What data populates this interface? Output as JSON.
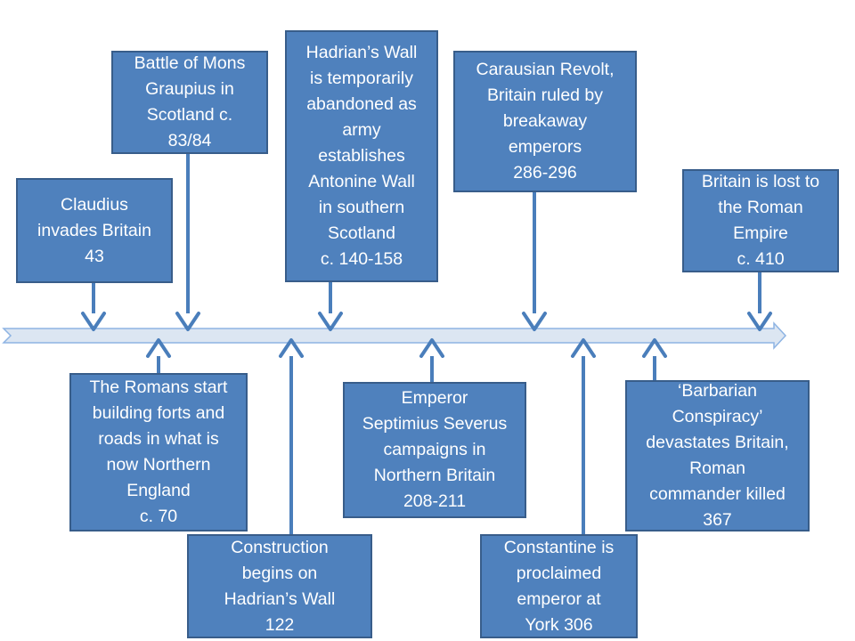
{
  "colors": {
    "box_fill": "#4f81bd",
    "box_border": "#385d8a",
    "arrow": "#4a7ebb",
    "timeline_fill": "#dce6f2",
    "timeline_border": "#8eb4e3",
    "text": "#ffffff"
  },
  "events": [
    {
      "id": "claudius",
      "lines": [
        "Claudius",
        "invades Britain",
        "43"
      ]
    },
    {
      "id": "mons-graupius",
      "lines": [
        "Battle of Mons",
        "Graupius in",
        "Scotland c.",
        "83/84"
      ]
    },
    {
      "id": "forts-roads",
      "lines": [
        "The Romans start",
        "building forts and",
        "roads in what is",
        "now Northern",
        "England",
        "c. 70"
      ]
    },
    {
      "id": "hadrians-wall-construction",
      "lines": [
        "Construction",
        "begins on",
        "Hadrian’s Wall",
        "122"
      ]
    },
    {
      "id": "antonine-wall",
      "lines": [
        "Hadrian’s Wall",
        "is temporarily",
        "abandoned as",
        "army",
        "establishes",
        "Antonine Wall",
        "in southern",
        "Scotland",
        "c. 140-158"
      ]
    },
    {
      "id": "severus",
      "lines": [
        "Emperor",
        "Septimius Severus",
        "campaigns in",
        "Northern Britain",
        "208-211"
      ]
    },
    {
      "id": "carausian-revolt",
      "lines": [
        "Carausian Revolt,",
        "Britain ruled by",
        "breakaway",
        "emperors",
        "286-296"
      ]
    },
    {
      "id": "constantine",
      "lines": [
        "Constantine is",
        "proclaimed",
        "emperor at",
        "York 306"
      ]
    },
    {
      "id": "barbarian-conspiracy",
      "lines": [
        "‘Barbarian",
        "Conspiracy’",
        "devastates Britain,",
        "Roman",
        "commander killed",
        "367"
      ]
    },
    {
      "id": "britain-lost",
      "lines": [
        "Britain is lost to",
        "the Roman",
        "Empire",
        "c. 410"
      ]
    }
  ]
}
